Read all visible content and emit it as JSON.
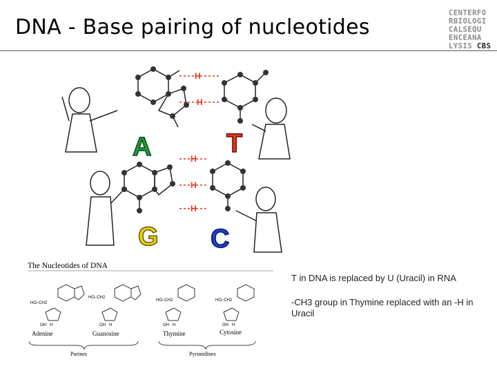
{
  "slide": {
    "title": "DNA - Base pairing of nucleotides"
  },
  "logo": {
    "lines": [
      "CENTERFO",
      "RBIOLOGI",
      "CALSEQU",
      "ENCEANA",
      "LYSIS"
    ],
    "cbs": "CBS"
  },
  "pairing_figure": {
    "letters": [
      "A",
      "T",
      "G",
      "C"
    ],
    "bond_label": "H",
    "letter_colors": {
      "A": "#1f9a3a",
      "T": "#e0361c",
      "G": "#e8d21a",
      "C": "#1d3fd0"
    }
  },
  "nucleotides_figure": {
    "heading": "The Nucleotides of DNA",
    "names": [
      "Adenine",
      "Guanosine",
      "Thymine",
      "Cytosine"
    ],
    "groups": [
      "Purines",
      "Pyrimidines"
    ],
    "atom_labels": {
      "ho_ch2": "HO–CH2",
      "oh": "OH",
      "h": "H"
    }
  },
  "notes": [
    "T in DNA is replaced by U (Uracil) in RNA",
    "-CH3 group in Thymine replaced with an -H in Uracil"
  ]
}
